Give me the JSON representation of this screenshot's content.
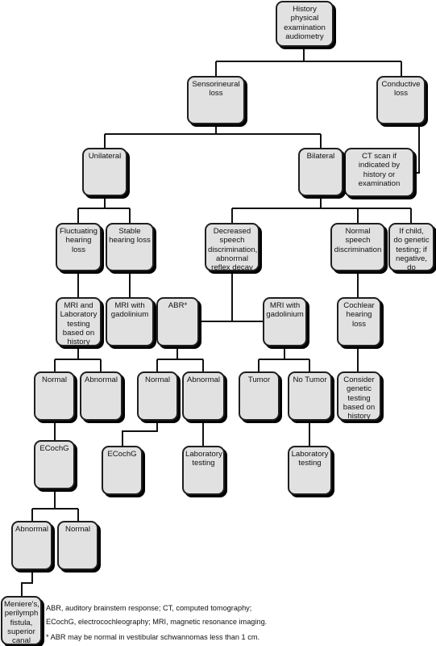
{
  "diagram": {
    "nodes": {
      "history": "History\nphysical\nexamination\naudiometry",
      "sensorineural": "Sensorineural\nloss",
      "conductive": "Conductive\nloss",
      "ct_scan": "CT scan if\nindicated by\nhistory or\nexamination",
      "unilateral": "Unilateral",
      "bilateral": "Bilateral",
      "fluctuating": "Fluctuating\nhearing\nloss",
      "stable": "Stable\nhearing loss",
      "decreased": "Decreased\nspeech\ndiscrimination,\nabnormal\nreflex decay",
      "normal_speech": "Normal\nspeech\ndiscrimination",
      "if_child": "If child,\ndo genetic\ntesting; if\nnegative, do\nCT scan",
      "mri_lab": "MRI and\nLaboratory\ntesting\nbased on\nhistory",
      "mri_gad_left": "MRI with\ngadolinium",
      "abr": "ABR*",
      "mri_gad_mid": "MRI with\ngadolinium",
      "cochlear": "Cochlear\nhearing\nloss",
      "normal_a": "Normal",
      "abnormal_a": "Abnormal",
      "normal_b": "Normal",
      "abnormal_b": "Abnormal",
      "tumor": "Tumor",
      "no_tumor": "No Tumor",
      "consider_genetic": "Consider\ngenetic\ntesting\nbased on\nhistory",
      "ecochg": "ECochG",
      "ecochg_b": "ECochG",
      "lab_testing_b": "Laboratory\ntesting",
      "lab_testing_c": "Laboratory\ntesting",
      "abnormal_c": "Abnormal",
      "normal_c": "Normal",
      "menieres": "Meniere's,\nperilymph fistula,\nsuperior canal\ndehiscence\nsyndrome"
    },
    "footnotes": {
      "line1": "ABR, auditory brainstem response;  CT, computed tomography;",
      "line2": "ECochG, electrocochleography;  MRI, magnetic resonance imaging.",
      "line3": "* ABR may be normal in vestibular schwannomas less than 1 cm."
    },
    "colors": {
      "box_fill": "#e1e1e1",
      "box_border": "#1f1f1f",
      "line": "#111111"
    }
  }
}
